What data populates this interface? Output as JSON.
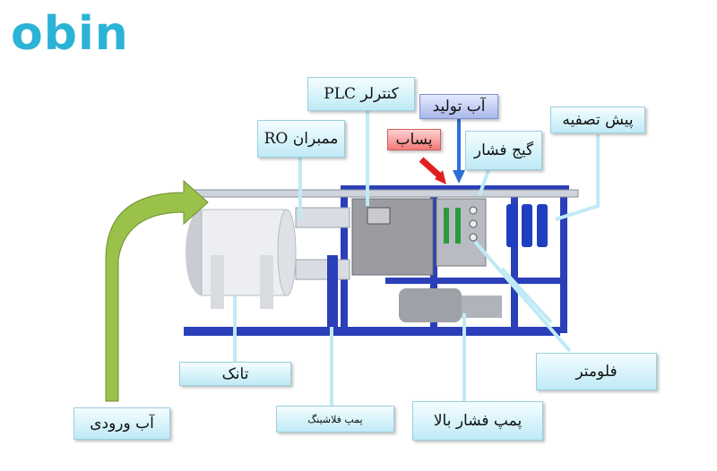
{
  "logo": {
    "text": "obin",
    "color": "#2bb3d6"
  },
  "labels": {
    "plc": "کنترلر PLC",
    "product_water": "آب تولید",
    "ro_membrane": "ممبران RO",
    "reject": "پساب",
    "pressure_gauge": "گیج فشار",
    "pretreatment": "پیش تصفیه",
    "tank": "تانک",
    "flushing_pump": "پمپ فلاشینگ",
    "high_pressure_pump": "پمپ فشار بالا",
    "flowmeter": "فلومتر",
    "inlet_water": "آب ورودی"
  },
  "colors": {
    "frame": "#2a3fb8",
    "inlet_arrow": "#9ac24a",
    "reject_arrow": "#e02020",
    "product_arrow": "#2c6fd6",
    "leader": "#bfeaf6"
  }
}
